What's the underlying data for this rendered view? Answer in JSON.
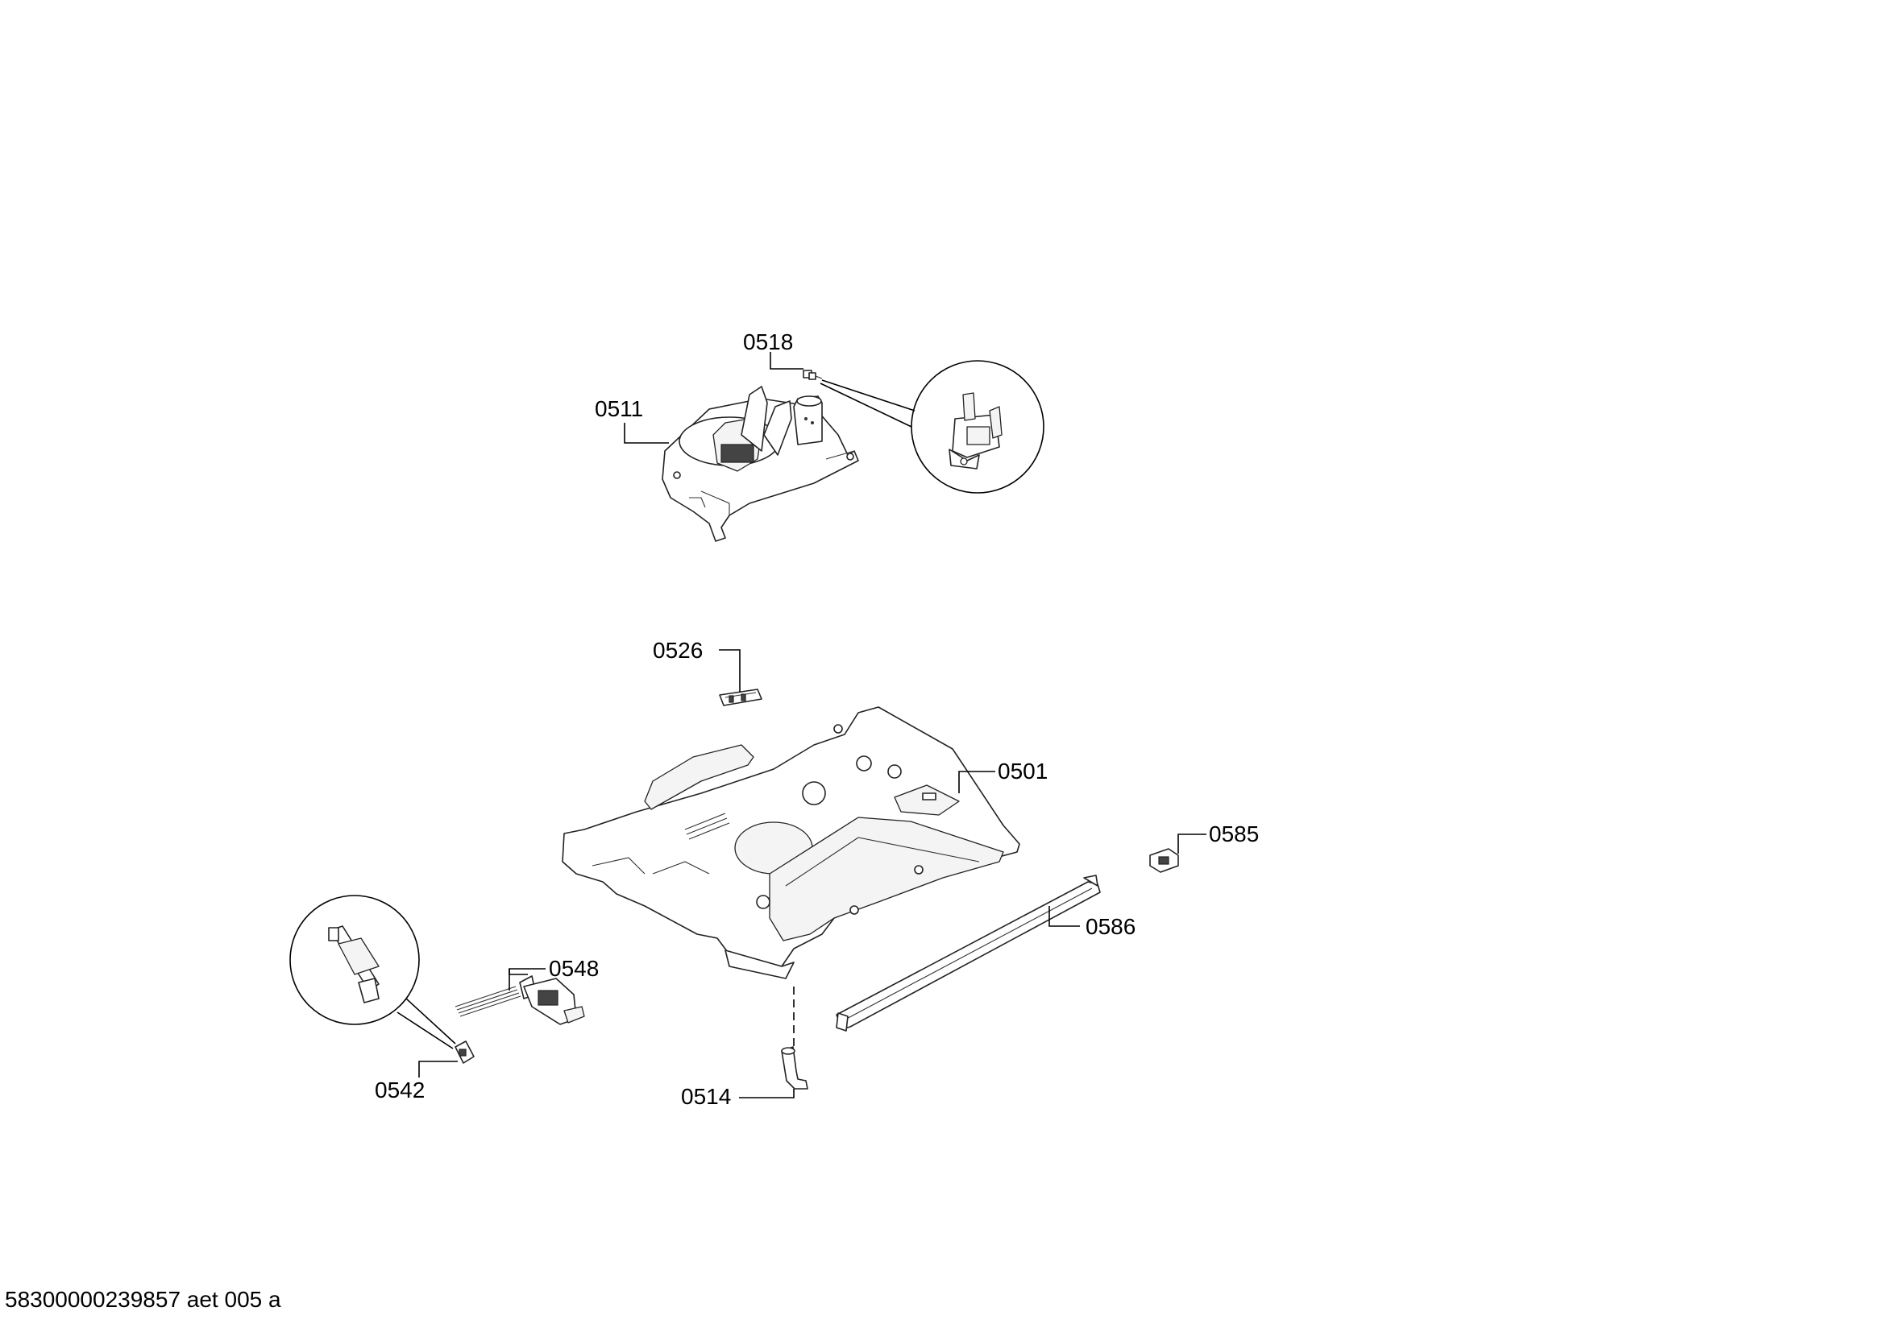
{
  "labels": {
    "p0518": "0518",
    "p0511": "0511",
    "p0526": "0526",
    "p0501": "0501",
    "p0585": "0585",
    "p0586": "0586",
    "p0548": "0548",
    "p0542": "0542",
    "p0514": "0514"
  },
  "footer": {
    "drawing_id": "58300000239857 aet 005 a"
  }
}
